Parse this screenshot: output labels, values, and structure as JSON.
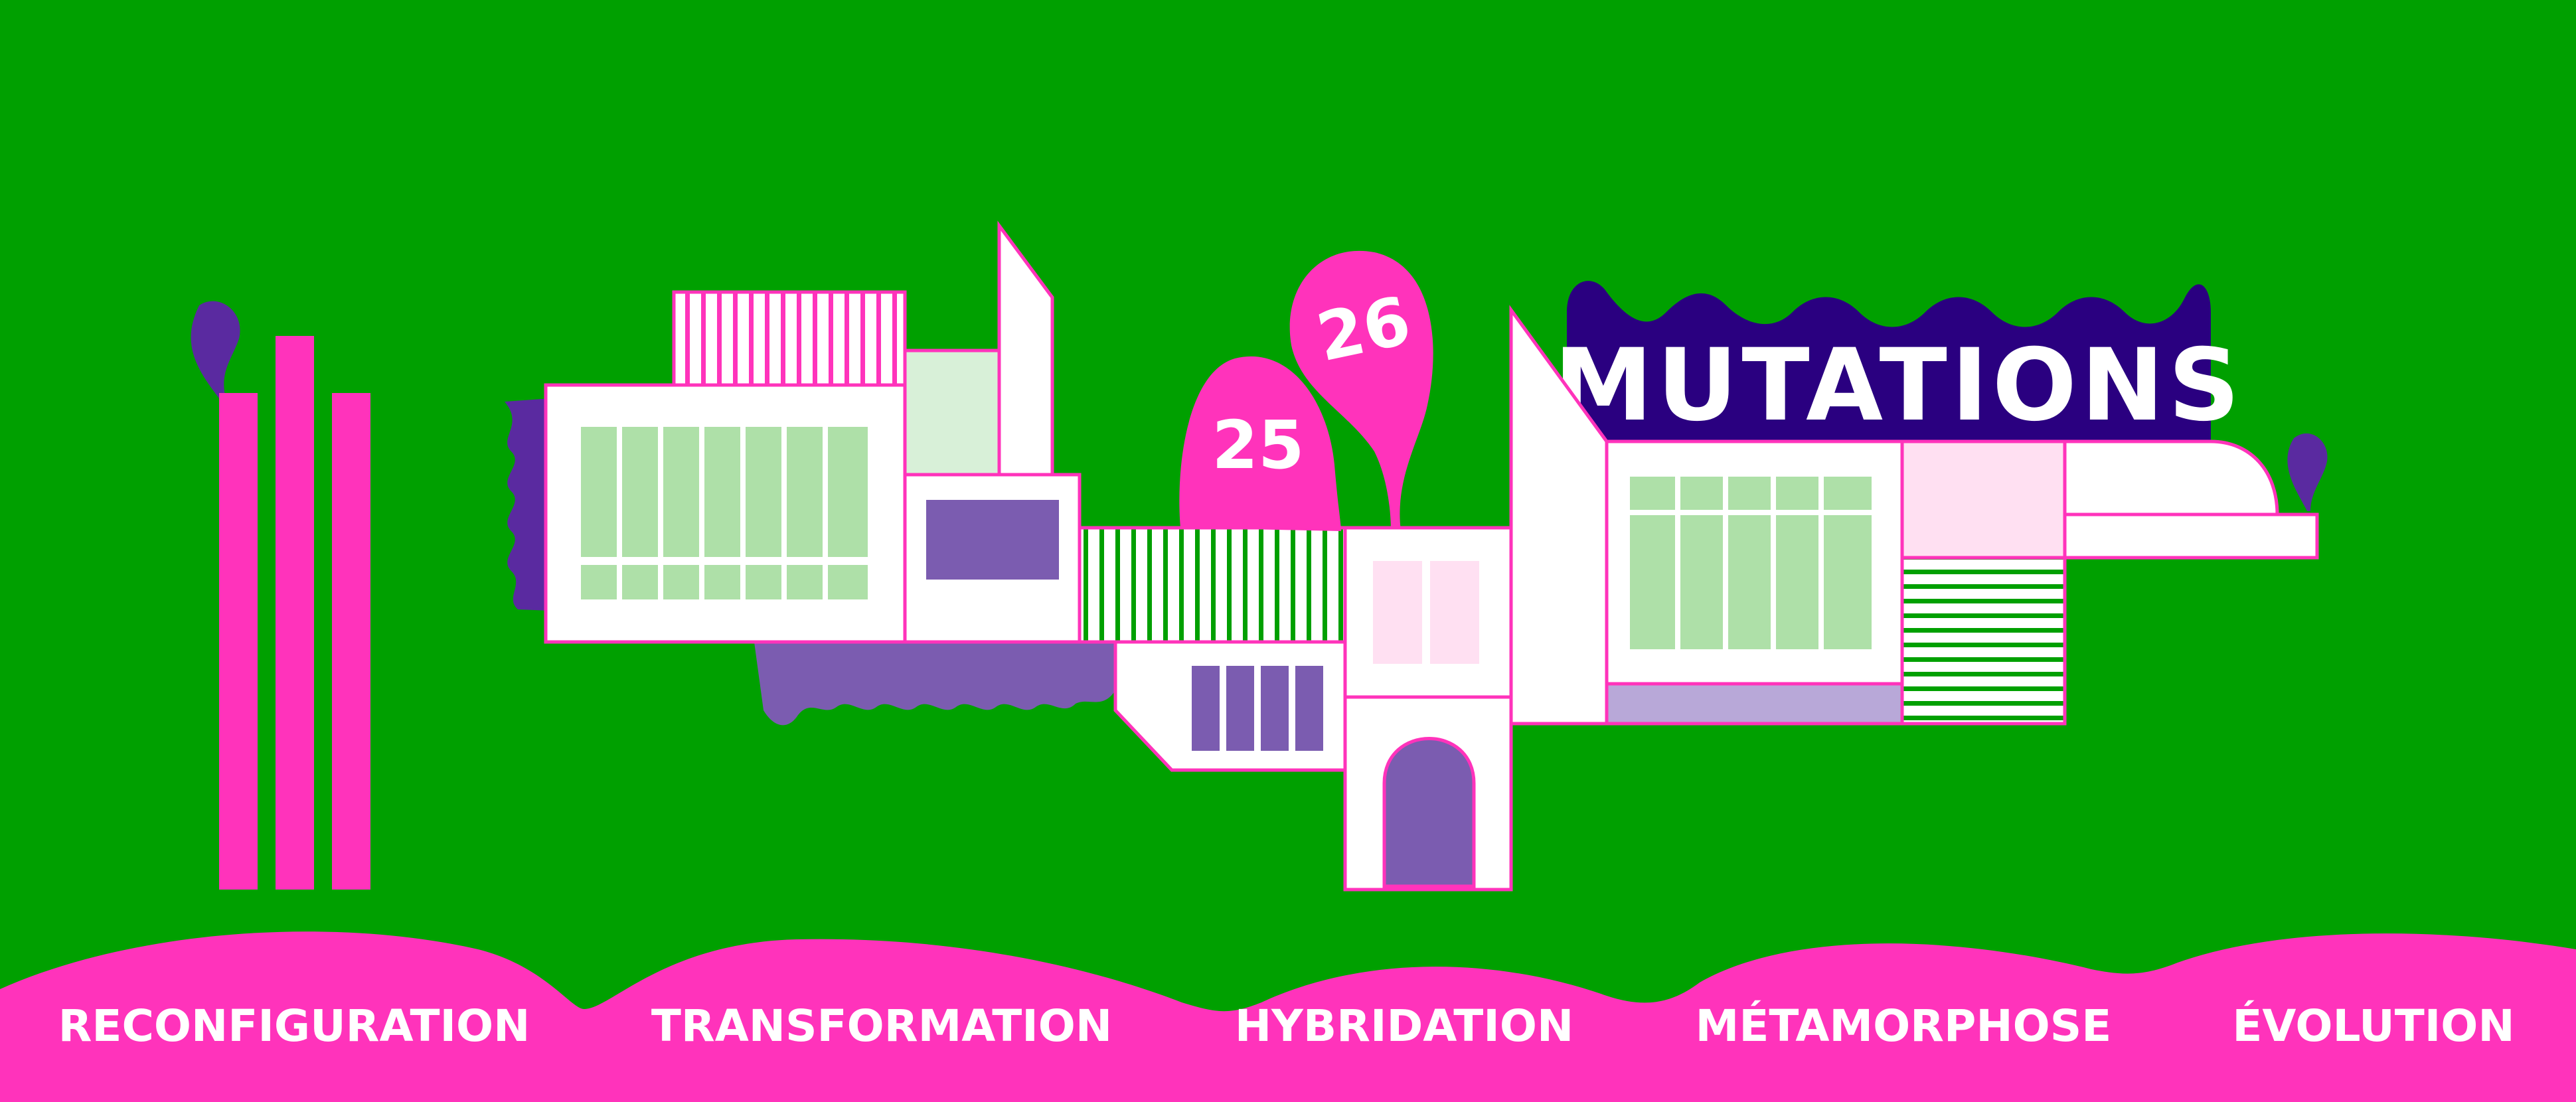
{
  "header": {
    "title": "MUTATIONS",
    "year_start": "25",
    "year_end": "26"
  },
  "themes": [
    {
      "label": "RECONFIGURATION"
    },
    {
      "label": "TRANSFORMATION"
    },
    {
      "label": "HYBRIDATION"
    },
    {
      "label": "MÉTAMORPHOSE"
    },
    {
      "label": "ÉVOLUTION"
    }
  ],
  "colors": {
    "background_green": "#00a000",
    "magenta": "#ff33bb",
    "dark_purple": "#2a0080",
    "purple": "#7b5cb0",
    "light_green": "#aee0a8",
    "light_pink": "#ffe0f2",
    "white": "#ffffff"
  }
}
